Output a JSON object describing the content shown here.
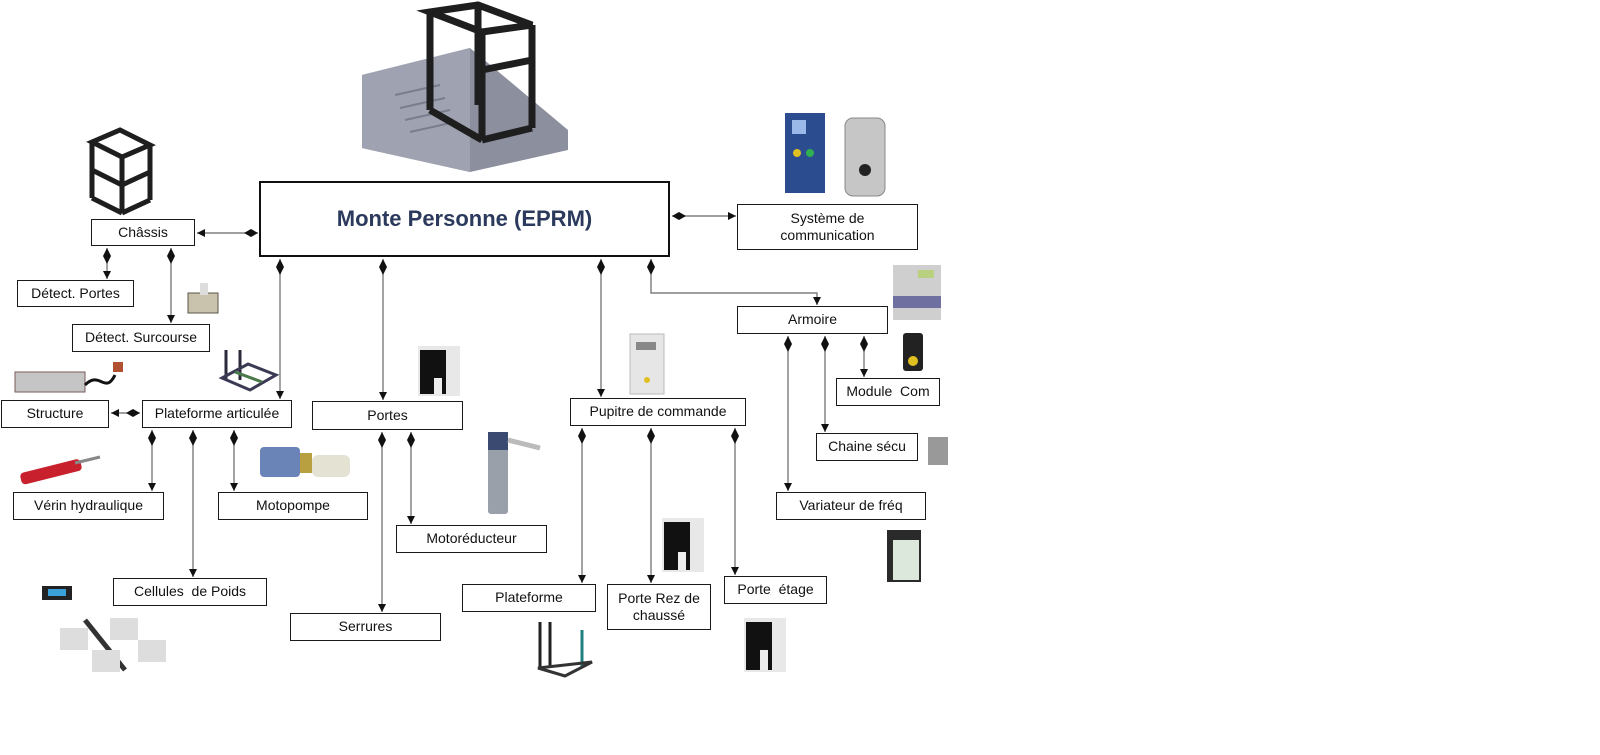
{
  "root": {
    "label": "Monte Personne (EPRM)",
    "color": "#2b3a5c"
  },
  "nodes": {
    "chassis": "Châssis",
    "detect_portes": "Détect. Portes",
    "detect_surcourse": "Détect. Surcourse",
    "structure": "Structure",
    "plateforme_articulee": "Plateforme articulée",
    "verin": "Vérin hydraulique",
    "motopompe": "Motopompe",
    "cellules": "Cellules  de Poids",
    "portes": "Portes",
    "motoreducteur": "Motoréducteur",
    "serrures": "Serrures",
    "pupitre": "Pupitre de commande",
    "plateforme": "Plateforme",
    "porte_rez": "Porte Rez de chaussé",
    "porte_etage": "Porte  étage",
    "systeme_com": "Système de communication",
    "armoire": "Armoire",
    "module_com": "Module  Com",
    "chaine_secu": "Chaine sécu",
    "variateur": "Variateur de fréq"
  },
  "relations": [
    [
      "root",
      "chassis"
    ],
    [
      "chassis",
      "detect_portes"
    ],
    [
      "chassis",
      "detect_surcourse"
    ],
    [
      "root",
      "plateforme_articulee"
    ],
    [
      "plateforme_articulee",
      "structure"
    ],
    [
      "plateforme_articulee",
      "verin"
    ],
    [
      "plateforme_articulee",
      "cellules"
    ],
    [
      "plateforme_articulee",
      "motopompe"
    ],
    [
      "root",
      "portes"
    ],
    [
      "portes",
      "serrures"
    ],
    [
      "portes",
      "motoreducteur"
    ],
    [
      "root",
      "pupitre"
    ],
    [
      "pupitre",
      "plateforme"
    ],
    [
      "pupitre",
      "porte_rez"
    ],
    [
      "pupitre",
      "porte_etage"
    ],
    [
      "root",
      "systeme_com"
    ],
    [
      "root",
      "armoire"
    ],
    [
      "armoire",
      "variateur"
    ],
    [
      "armoire",
      "chaine_secu"
    ],
    [
      "armoire",
      "module_com"
    ]
  ],
  "images": [
    "lift-tower-render",
    "chassis-frame",
    "limit-switch",
    "platform-frame",
    "cable-lock",
    "hydraulic-cylinder",
    "hydraulic-pump",
    "door-panel",
    "gear-motor",
    "control-panel",
    "intercom-module",
    "electrical-cabinet",
    "com-module",
    "safety-switch",
    "frequency-drive",
    "load-cells"
  ]
}
